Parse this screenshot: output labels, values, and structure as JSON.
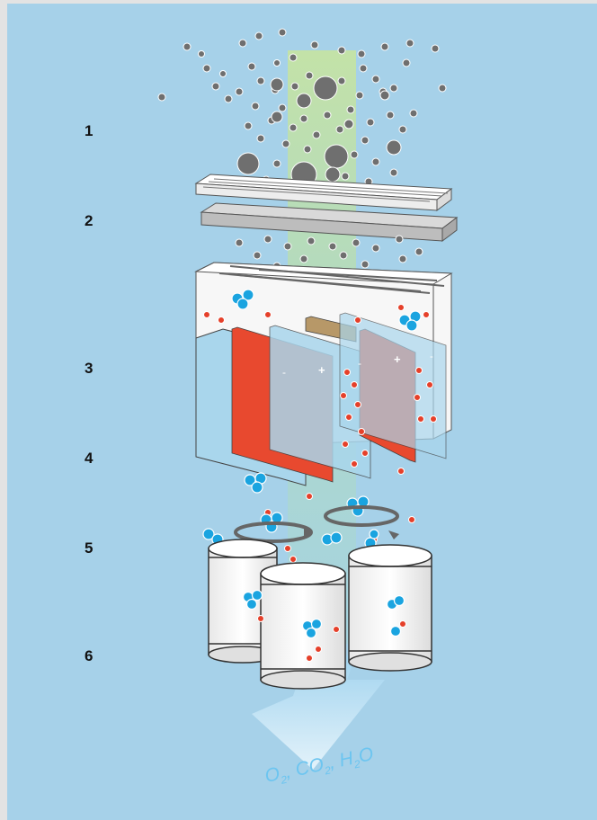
{
  "steps": {
    "s1": "1",
    "s2": "2",
    "s3": "3",
    "s4": "4",
    "s5": "5",
    "s6": "6"
  },
  "output": {
    "o2_main": "O",
    "o2_sub": "2",
    "co2_main": "CO",
    "co2_sub": "2",
    "h2o_main_a": "H",
    "h2o_sub": "2",
    "h2o_main_b": "O",
    "sep": ", "
  },
  "plate_signs": {
    "plus": "+",
    "minus": "-"
  },
  "colors": {
    "background": "#a6d1e9",
    "air_beam": "#c5e3a4",
    "particle": "#6f6f6f",
    "ion": "#e5402a",
    "molecule": "#1aa4e0",
    "plate_red": "#e8492f",
    "plate_blue": "#a9d6ec"
  },
  "icons": [
    "dust-particle-icon",
    "ion-icon",
    "molecule-icon",
    "rotation-arrow-icon",
    "filter-cartridge-icon",
    "output-arrow-icon"
  ]
}
